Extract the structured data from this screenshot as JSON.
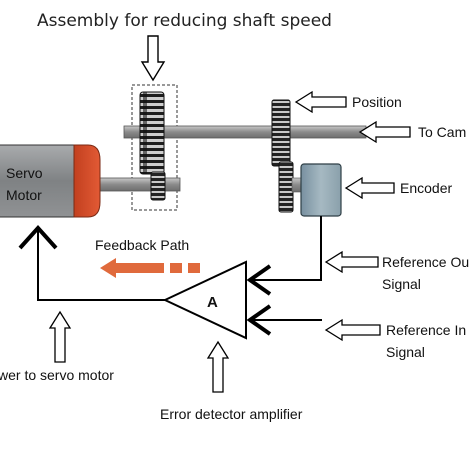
{
  "diagram": {
    "title": "Assembly for reducing shaft speed",
    "labels": {
      "position": "Position",
      "to_cam": "To Cam",
      "encoder": "Encoder",
      "servo_motor_line1": "Servo",
      "servo_motor_line2": "Motor",
      "feedback_path": "Feedback Path",
      "reference_output_line1": "Reference Ou",
      "reference_output_line2": "Signal",
      "reference_input_line1": "Reference In",
      "reference_input_line2": "Signal",
      "amplifier_symbol": "A",
      "power_to_servo_motor": "wer to servo motor",
      "error_detector_amplifier": "Error detector amplifier"
    },
    "colors": {
      "motor_body": "#8e9092",
      "motor_cap": "#d9492a",
      "shaft": "#9c9c9c",
      "gear": "#2a2a2a",
      "encoder": "#8fa4ad",
      "feedback_arrow": "#e06a3c",
      "line": "#000000"
    }
  }
}
